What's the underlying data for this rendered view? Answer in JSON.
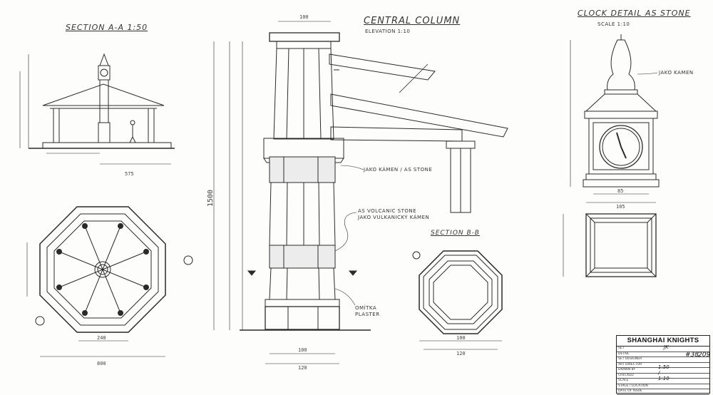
{
  "drawing": {
    "section_aa_title": "SECTION A-A 1:50",
    "central_column_title": "CENTRAL COLUMN",
    "central_column_subtitle": "ELEVATION 1:10",
    "clock_detail_title": "CLOCK DETAIL AS STONE",
    "clock_detail_scale": "SCALE 1:10",
    "section_bb_title": "SECTION B-B",
    "callout_stone": "JAKO KAMEN",
    "callout_column_stone": "JAKO KÁMEN / AS STONE",
    "callout_volcanic": "AS VOLCANIC STONE",
    "callout_volcanic_sub": "JAKO VULKANICKÝ KÁMEN",
    "callout_plaster": "OMÍTKA",
    "callout_plaster_sub": "PLASTER"
  },
  "dimensions": {
    "section_width": "575",
    "plan_width": "800",
    "plan_inner": "240",
    "column_height": "1500",
    "column_top": "100",
    "column_base_1": "100",
    "column_base_2": "120",
    "section_bb_1": "100",
    "section_bb_2": "120",
    "clock_width_1": "85",
    "clock_width_2": "105"
  },
  "title_block": {
    "production": "SHANGHAI KNIGHTS",
    "drawing_no": "#38",
    "sheet_no": "209",
    "scale": "1:50 / 1:10",
    "drawn_by": "JK",
    "rows": [
      "SET",
      "DETAIL",
      "SET DESIGNER",
      "ART DIRECTOR",
      "DRAWN BY",
      "CHECKED",
      "SCALE",
      "STAGE / LOCATION",
      "DATE OF ISSUE"
    ]
  },
  "colors": {
    "ink": "#2a2a2a",
    "paper": "#fdfdfb",
    "stone": "#9a9a9a"
  }
}
